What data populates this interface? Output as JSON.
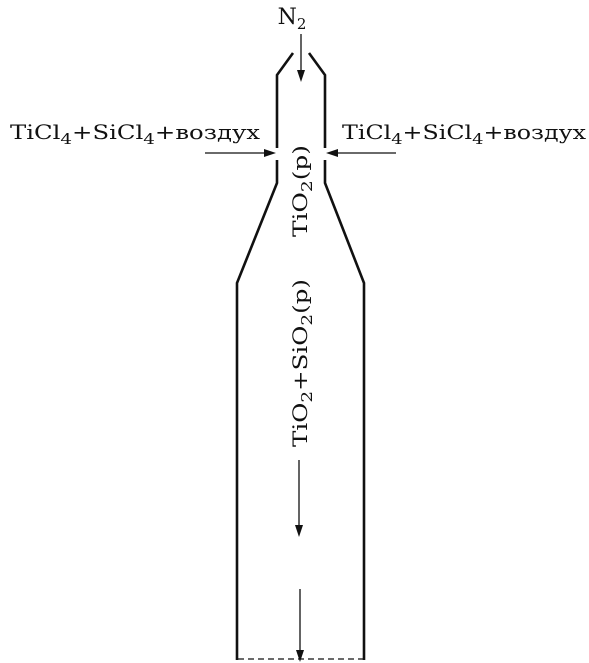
{
  "top_inlet": {
    "species": "N",
    "subscript": "2"
  },
  "left_inlet": {
    "parts": [
      "TiCl",
      "4",
      "+SiCl",
      "4",
      "+воздух"
    ]
  },
  "right_inlet": {
    "parts": [
      "TiCl",
      "4",
      "+SiCl",
      "4",
      "+воздух"
    ]
  },
  "zone_narrow": {
    "parts": [
      "TiO",
      "2",
      "(р)"
    ]
  },
  "zone_wide": {
    "parts": [
      "TiO",
      "2",
      "+SiO",
      "2",
      "(р)"
    ]
  },
  "colors": {
    "stroke": "#111111",
    "background": "#ffffff"
  }
}
